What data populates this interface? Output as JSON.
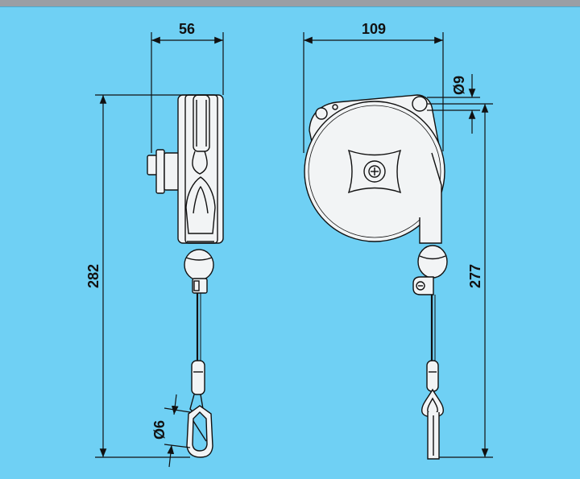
{
  "figure": {
    "background": "#6fd0f4",
    "line_color": "#111111",
    "device_fill": "#f2f4f5"
  },
  "dimensions": {
    "side_width": "56",
    "front_width": "109",
    "hook_diameter": "Ø9",
    "cable_diameter": "Ø6",
    "total_height": "282",
    "hook_height": "277"
  }
}
